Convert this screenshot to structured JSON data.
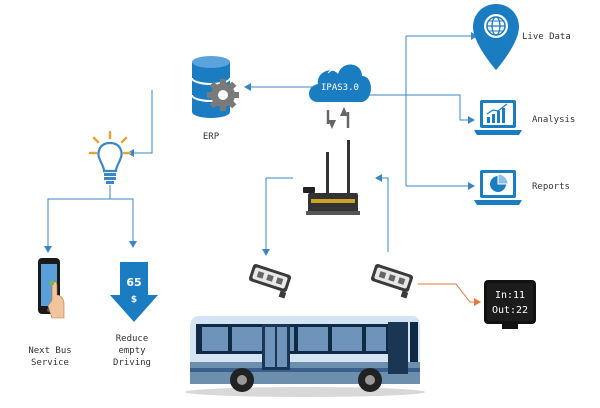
{
  "labels": {
    "live_data": "Live Data",
    "analysis": "Analysis",
    "reports": "Reports",
    "erp": "ERP",
    "ipas": "IPAS3.0",
    "next_bus_1": "Next Bus",
    "next_bus_2": "Service",
    "reduce_1": "Reduce",
    "reduce_2": "empty",
    "reduce_3": "Driving",
    "arrow_number": "65",
    "arrow_unit": "$",
    "display_line1": "In:11",
    "display_line2": "Out:22"
  },
  "colors": {
    "primary_blue": "#1a7cc1",
    "line_blue": "#3d86c6",
    "orange": "#e07a3a",
    "gray": "#6f6f6f",
    "screen_black": "#111111"
  },
  "icons": [
    "map-pin-globe-icon",
    "laptop-chart-icon",
    "laptop-pie-icon",
    "database-gear-icon",
    "cloud-icon",
    "lightbulb-icon",
    "smartphone-icon",
    "down-arrow-icon",
    "router-icon",
    "bus-icon",
    "sensor-icon",
    "display-screen-icon"
  ]
}
